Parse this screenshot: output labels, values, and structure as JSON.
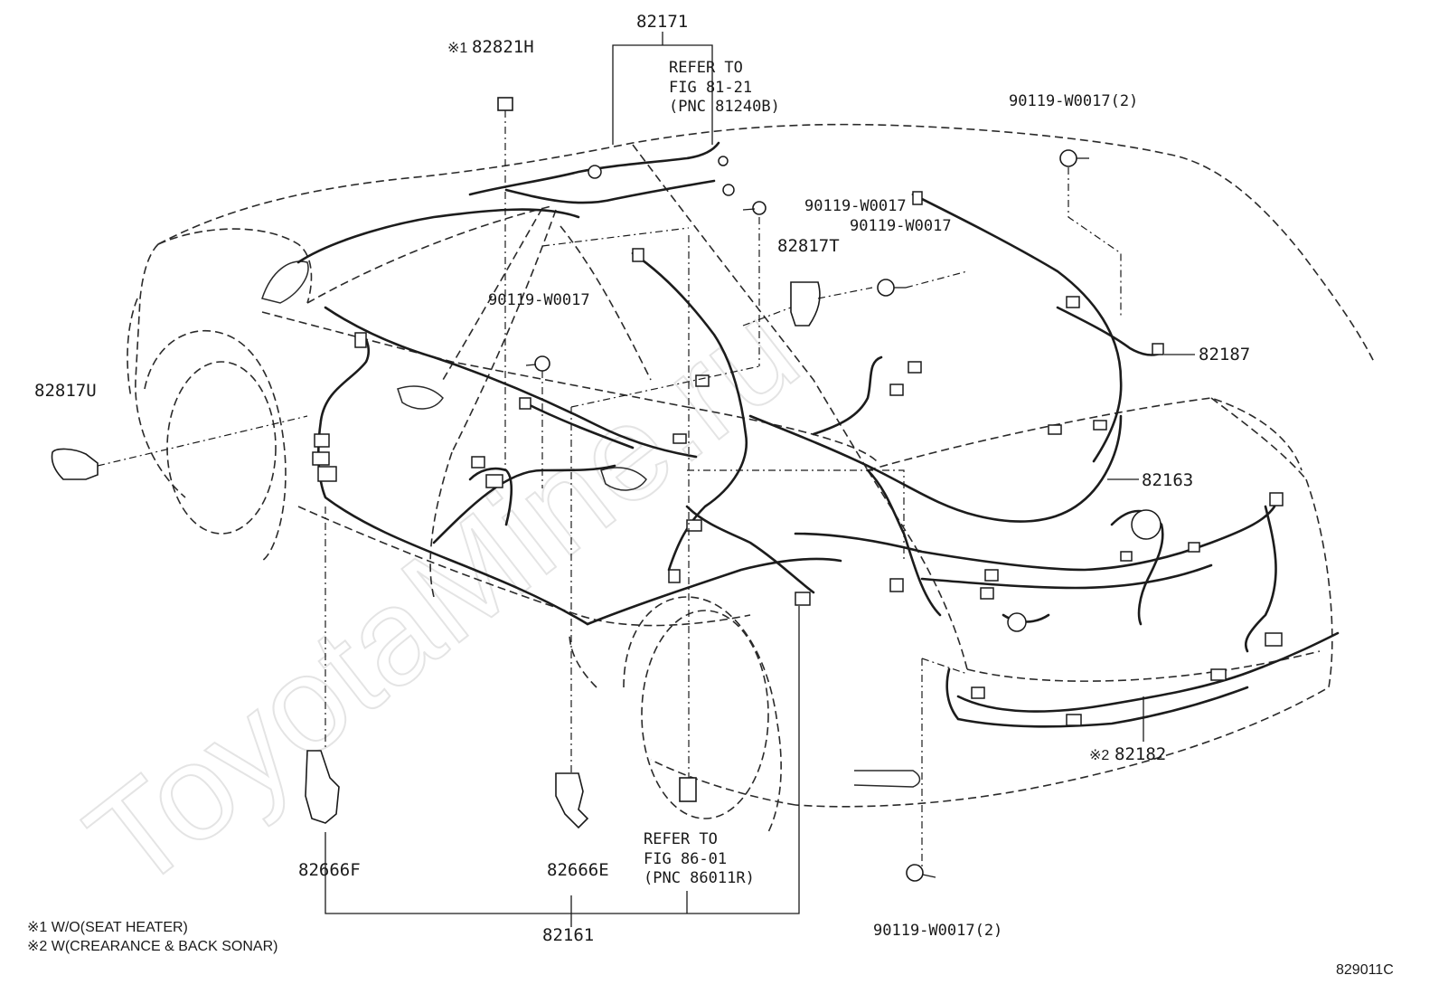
{
  "watermark": "ToyotaMine.ru",
  "figure_number": "829011C",
  "callouts": {
    "p82171": "82171",
    "p82821H_mark": "※1",
    "p82821H": "82821H",
    "refer_81_line1": "REFER TO",
    "refer_81_line2": "FIG 81-21",
    "refer_81_line3": "(PNC 81240B)",
    "bolt_top_right": "90119-W0017(2)",
    "bolt_a": "90119-W0017",
    "bolt_b": "90119-W0017",
    "p82817T": "82817T",
    "bolt_c": "90119-W0017",
    "p82817U": "82817U",
    "p82187": "82187",
    "p82163": "82163",
    "p82182_mark": "※2",
    "p82182": "82182",
    "refer_86_line1": "REFER TO",
    "refer_86_line2": "FIG 86-01",
    "refer_86_line3": "(PNC 86011R)",
    "p82666F": "82666F",
    "p82666E": "82666E",
    "p82161": "82161",
    "bolt_bottom": "90119-W0017(2)"
  },
  "notes": [
    "※1 W/O(SEAT HEATER)",
    "※2 W(CREARANCE & BACK SONAR)"
  ],
  "icons": [
    "bolt-icon",
    "clip-icon",
    "bracket-icon",
    "connector-icon",
    "harness-icon",
    "car-body-outline-icon"
  ]
}
